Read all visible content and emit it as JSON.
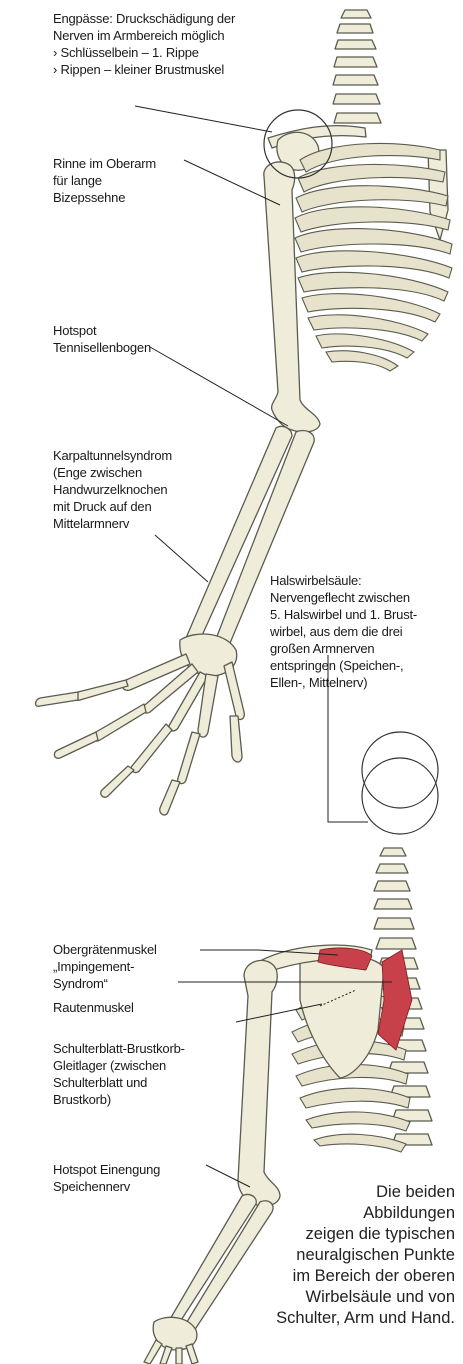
{
  "top_figure": {
    "labels": {
      "bottlenecks_title": "Engpässe: Druckschädigung der",
      "bottlenecks_line2": "Nerven im Armbereich möglich",
      "bottlenecks_item1": "› Schlüsselbein – 1. Rippe",
      "bottlenecks_item2": "› Rippen – kleiner Brustmuskel",
      "upper_arm_groove": "Rinne im Oberarm\nfür lange\nBizepssehne",
      "tennis_elbow": "Hotspot\nTennisellenbogen",
      "carpal_tunnel": "Karpaltunnelsyndrom\n(Enge zwischen\nHandwurzelknochen\nmit Druck auf den\nMittelarmnerv"
    }
  },
  "bottom_figure": {
    "labels": {
      "cervical_spine": "Halswirbelsäule:\nNervengeflecht zwischen\n5. Halswirbel und 1. Brust-\nwirbel, aus dem die drei\ngroßen Armnerven\nentspringen (Speichen-,\nEllen-, Mittelnerv)",
      "supraspinatus": "Obergrätenmuskel\n„Impingement-\nSyndrom“",
      "rhomboid": "Rautenmuskel",
      "scapulothoracic": "Schulterblatt-Brustkorb-\nGleitlager (zwischen\nSchulterblatt und\nBrustkorb)",
      "radial_nerve": "Hotspot Einengung\nSpeichennerv"
    }
  },
  "caption": "Die beiden\nAbbildungen\nzeigen die typischen\nneuralgischen Punkte\nim Bereich der oberen\nWirbelsäule und von\nSchulter, Arm und Hand.",
  "colors": {
    "bone_fill": "#efecd9",
    "bone_stroke": "#5b5b4f",
    "muscle": "#c8404a",
    "leader": "#222222"
  }
}
